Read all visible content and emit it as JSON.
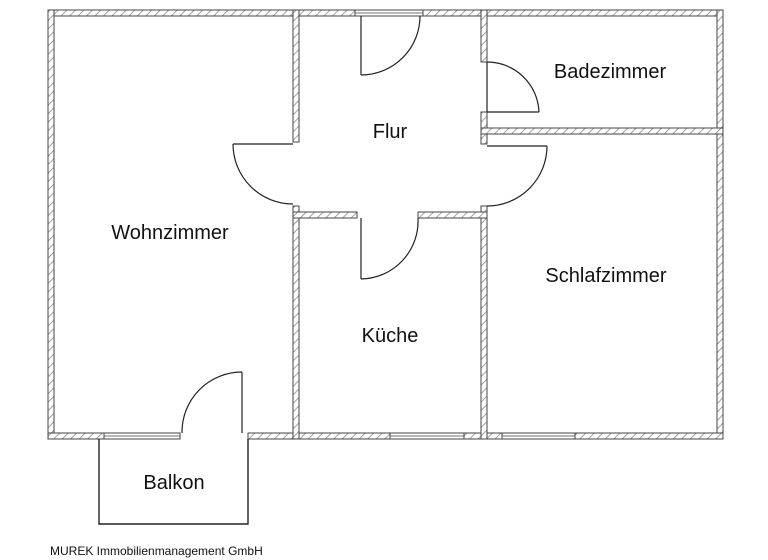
{
  "colors": {
    "wall_stroke": "#444444",
    "wall_hatch": "#8a8a8a",
    "line": "#222222",
    "background": "#ffffff"
  },
  "rooms": {
    "wohnzimmer": "Wohnzimmer",
    "flur": "Flur",
    "badezimmer": "Badezimmer",
    "kueche": "Küche",
    "schlafzimmer": "Schlafzimmer",
    "balkon": "Balkon"
  },
  "footer": {
    "company": "MUREK Immobilienmanagement GmbH"
  }
}
